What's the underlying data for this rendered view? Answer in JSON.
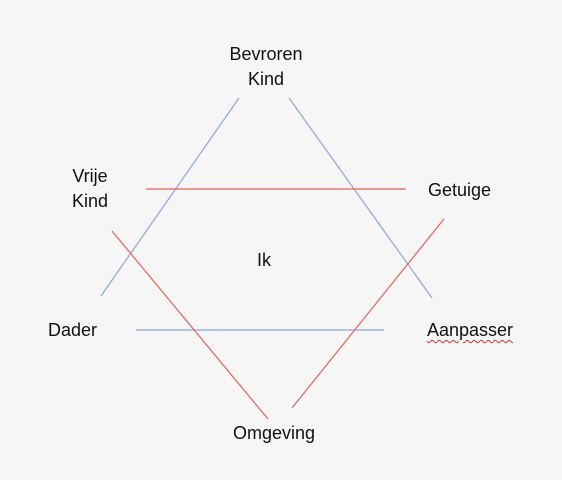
{
  "labels": {
    "top": [
      "Bevroren",
      "Kind"
    ],
    "upper_left": [
      "Vrije",
      "Kind"
    ],
    "upper_right": "Getuige",
    "center": "Ik",
    "lower_left": "Dader",
    "lower_right": "Aanpasser",
    "bottom": "Omgeving"
  },
  "colors": {
    "blue_line": "#8fa6d8",
    "red_line": "#e8605a",
    "text": "#111111",
    "spellcheck_underline": "#d0342c",
    "background": "#f5f6f5"
  }
}
